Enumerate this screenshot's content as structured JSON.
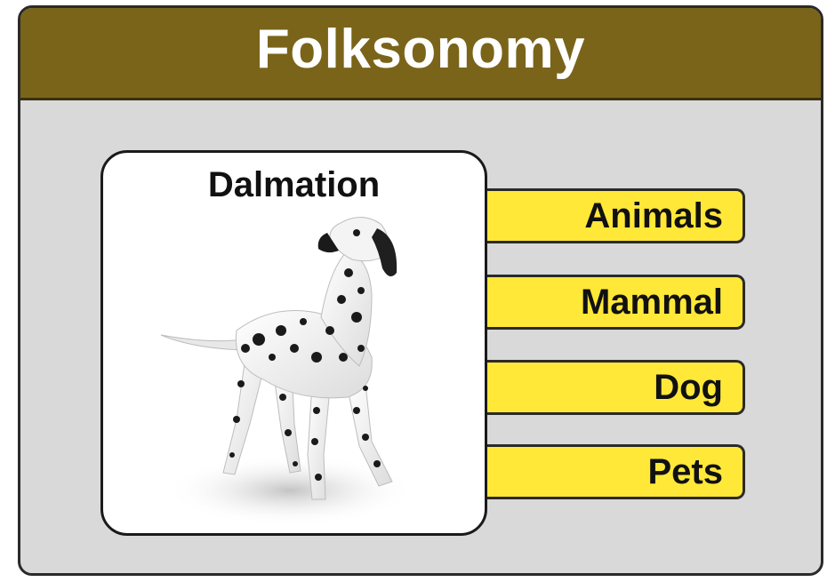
{
  "header": {
    "title": "Folksonomy"
  },
  "item": {
    "title": "Dalmation",
    "image_icon": "dalmatian-dog-photo"
  },
  "tags": [
    {
      "label": "Animals"
    },
    {
      "label": "Mammal"
    },
    {
      "label": "Dog"
    },
    {
      "label": "Pets"
    }
  ],
  "colors": {
    "header_bg": "#7a6419",
    "panel_bg": "#d9d9d9",
    "tag_bg": "#ffe838",
    "card_bg": "#ffffff"
  }
}
